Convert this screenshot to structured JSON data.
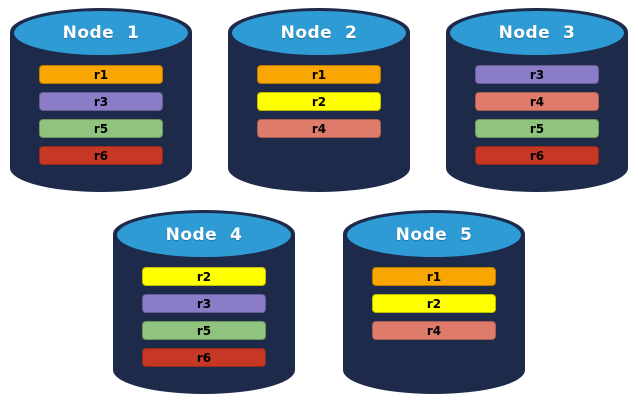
{
  "background": "#FFFFFF",
  "colors": {
    "cylinder_body": "#1E2A4A",
    "cylinder_top": "#2E9BD5",
    "node_label_text": "#FFFFFF",
    "replica_label_text": "#000000",
    "replicas": {
      "r1": "#F9A602",
      "r2": "#FFFF00",
      "r3": "#8B7CC8",
      "r4": "#DE7B6A",
      "r5": "#90C47E",
      "r6": "#C63824"
    }
  },
  "nodes": [
    {
      "label": "Node  1",
      "row": "top",
      "replicas": [
        "r1",
        "r3",
        "r5",
        "r6"
      ]
    },
    {
      "label": "Node  2",
      "row": "top",
      "replicas": [
        "r1",
        "r2",
        "r4"
      ]
    },
    {
      "label": "Node  3",
      "row": "top",
      "replicas": [
        "r3",
        "r4",
        "r5",
        "r6"
      ]
    },
    {
      "label": "Node  4",
      "row": "bottom",
      "replicas": [
        "r2",
        "r3",
        "r5",
        "r6"
      ]
    },
    {
      "label": "Node  5",
      "row": "bottom",
      "replicas": [
        "r1",
        "r2",
        "r4"
      ]
    }
  ]
}
